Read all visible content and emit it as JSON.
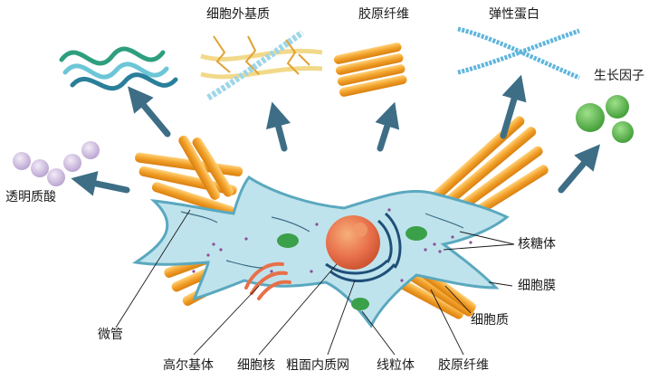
{
  "labels": {
    "ecm": "细胞外基质",
    "collagen_top": "胶原纤维",
    "elastin": "弹性蛋白",
    "growth_factor": "生长因子",
    "hyaluronic_acid": "透明质酸",
    "ribosome": "核糖体",
    "cell_membrane": "细胞膜",
    "cytoplasm": "细胞质",
    "microtubule": "微管",
    "golgi": "高尔基体",
    "nucleus": "细胞核",
    "rough_er": "粗面内质网",
    "mitochondria": "线粒体",
    "collagen_bottom": "胶原纤维"
  },
  "colors": {
    "arrow": "#3d6e86",
    "cell_fill": "#bfe3ec",
    "cell_edge": "#5aa8bf",
    "fiber": "#f2a12a",
    "nucleus": "#e8704a",
    "growth_factor": "#5db84a",
    "hyaluronic": "#c9b6dc",
    "elastin": "#5fb5dc"
  }
}
